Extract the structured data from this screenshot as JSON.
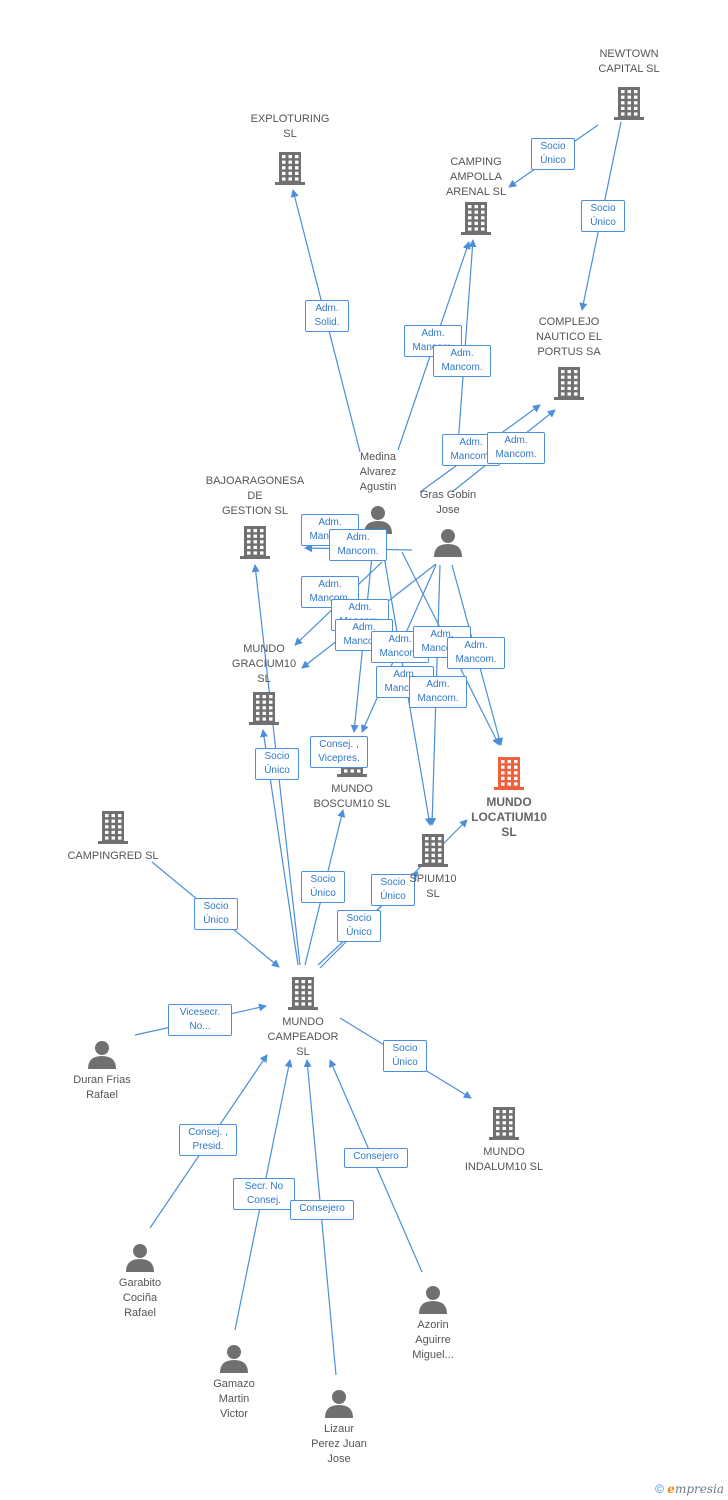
{
  "colors": {
    "edge": "#4a8fd8",
    "company": "#707070",
    "highlight": "#f0603a",
    "person": "#707070"
  },
  "nodes": [
    {
      "id": "newtown",
      "kind": "company",
      "label": "NEWTOWN\nCAPITAL  SL"
    },
    {
      "id": "exploturing",
      "kind": "company",
      "label": "EXPLOTURING\nSL"
    },
    {
      "id": "camping_ampolla",
      "kind": "company",
      "label": "CAMPING\nAMPOLLA\nARENAL SL"
    },
    {
      "id": "complejo",
      "kind": "company",
      "label": "COMPLEJO\nNAUTICO EL\nPORTUS SA"
    },
    {
      "id": "bajoaragonesa",
      "kind": "company",
      "label": "BAJOARAGONESA\nDE\nGESTION  SL"
    },
    {
      "id": "medina",
      "kind": "person",
      "label": "Medina\nAlvarez\nAgustin"
    },
    {
      "id": "gras",
      "kind": "person",
      "label": "Gras Gobin\nJose"
    },
    {
      "id": "gracium",
      "kind": "company",
      "label": "MUNDO\nGRACIUM10\nSL"
    },
    {
      "id": "boscum",
      "kind": "company",
      "label": "MUNDO\nBOSCUM10  SL"
    },
    {
      "id": "locatium",
      "kind": "company",
      "highlight": true,
      "label": "MUNDO\nLOCATIUM10\nSL"
    },
    {
      "id": "spium",
      "kind": "company",
      "label": "SPIUM10\nSL"
    },
    {
      "id": "campingred",
      "kind": "company",
      "label": "CAMPINGRED SL"
    },
    {
      "id": "campeador",
      "kind": "company",
      "label": "MUNDO\nCAMPEADOR\nSL"
    },
    {
      "id": "duran",
      "kind": "person",
      "label": "Duran Frias\nRafael"
    },
    {
      "id": "indalum",
      "kind": "company",
      "label": "MUNDO\nINDALUM10  SL"
    },
    {
      "id": "garabito",
      "kind": "person",
      "label": "Garabito\nCociña\nRafael"
    },
    {
      "id": "azorin",
      "kind": "person",
      "label": "Azorin\nAguirre\nMiguel..."
    },
    {
      "id": "gamazo",
      "kind": "person",
      "label": "Gamazo\nMartin\nVictor"
    },
    {
      "id": "lizaur",
      "kind": "person",
      "label": "Lizaur\nPerez Juan\nJose"
    }
  ],
  "edges": [
    {
      "from": "newtown",
      "to": "camping_ampolla",
      "label": "Socio\nÚnico"
    },
    {
      "from": "newtown",
      "to": "complejo",
      "label": "Socio\nÚnico"
    },
    {
      "from": "medina",
      "to": "exploturing",
      "label": "Adm.\nSolid."
    },
    {
      "from": "medina",
      "to": "camping_ampolla",
      "label": "Adm.\nMancom."
    },
    {
      "from": "gras",
      "to": "camping_ampolla",
      "label": "Adm.\nMancom."
    },
    {
      "from": "medina",
      "to": "complejo",
      "label": "Adm.\nMancom."
    },
    {
      "from": "gras",
      "to": "complejo",
      "label": "Adm.\nMancom."
    },
    {
      "from": "medina",
      "to": "bajoaragonesa",
      "label": "Adm.\nMancom."
    },
    {
      "from": "gras",
      "to": "bajoaragonesa",
      "label": "Adm.\nMancom."
    },
    {
      "from": "medina",
      "to": "gracium",
      "label": "Adm.\nMancom."
    },
    {
      "from": "gras",
      "to": "gracium",
      "label": "Adm.\nMancom."
    },
    {
      "from": "medina",
      "to": "boscum",
      "label": "Adm.\nMancom."
    },
    {
      "from": "gras",
      "to": "boscum",
      "label": "Adm.\nMancom."
    },
    {
      "from": "medina",
      "to": "locatium",
      "label": "Adm.\nMancom."
    },
    {
      "from": "gras",
      "to": "locatium",
      "label": "Adm.\nMancom."
    },
    {
      "from": "medina",
      "to": "spium",
      "label": "Adm.\nMancom."
    },
    {
      "from": "gras",
      "to": "spium",
      "label": "Adm.\nMancom."
    },
    {
      "from": "campeador",
      "to": "bajoaragonesa",
      "label": "Consej. ,\nVicepres."
    },
    {
      "from": "campeador",
      "to": "gracium",
      "label": "Socio\nÚnico"
    },
    {
      "from": "campeador",
      "to": "boscum",
      "label": "Socio\nÚnico"
    },
    {
      "from": "campeador",
      "to": "spium",
      "label": "Socio\nÚnico"
    },
    {
      "from": "campeador",
      "to": "locatium",
      "label": "Socio\nÚnico"
    },
    {
      "from": "campingred",
      "to": "campeador",
      "label": "Socio\nÚnico"
    },
    {
      "from": "campeador",
      "to": "indalum",
      "label": "Socio\nÚnico"
    },
    {
      "from": "duran",
      "to": "campeador",
      "label": "Vicesecr.\nNo..."
    },
    {
      "from": "garabito",
      "to": "campeador",
      "label": "Consej. ,\nPresid."
    },
    {
      "from": "gamazo",
      "to": "campeador",
      "label": "Secr.  No\nConsej."
    },
    {
      "from": "lizaur",
      "to": "campeador",
      "label": "Consejero"
    },
    {
      "from": "azorin",
      "to": "campeador",
      "label": "Consejero"
    }
  ],
  "footer": {
    "copyright": "©",
    "brand_initial": "e",
    "brand_rest": "mpresia"
  }
}
